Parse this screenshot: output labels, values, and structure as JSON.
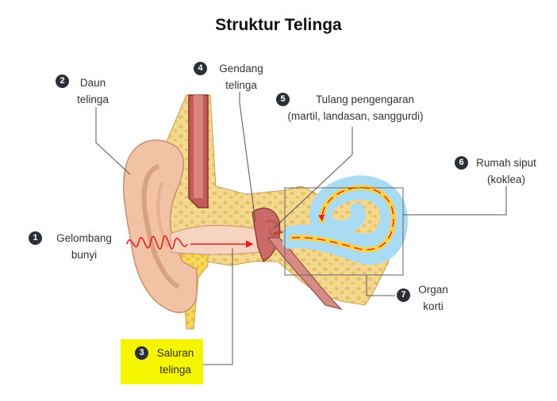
{
  "title": "Struktur Telinga",
  "labels": [
    {
      "num": "1",
      "line1": "Gelombang",
      "line2": "bunyi"
    },
    {
      "num": "2",
      "line1": "Daun",
      "line2": "telinga"
    },
    {
      "num": "3",
      "line1": "Saluran",
      "line2": "telinga"
    },
    {
      "num": "4",
      "line1": "Gendang",
      "line2": "telinga"
    },
    {
      "num": "5",
      "line1": "Tulang pengengaran",
      "line2": "(martil, landasan, sanggurdi)"
    },
    {
      "num": "6",
      "line1": "Rumah siput",
      "line2": "(koklea)"
    },
    {
      "num": "7",
      "line1": "Organ",
      "line2": "korti"
    }
  ],
  "colors": {
    "skin": "#f2c2a4",
    "bone": "#f3d88e",
    "cochlea_outer": "#a9dcf2",
    "cochlea_inner": "#f6d24a",
    "sound_wave": "#e32020",
    "highlight": "#f6f500",
    "badge": "#2b2f36"
  }
}
